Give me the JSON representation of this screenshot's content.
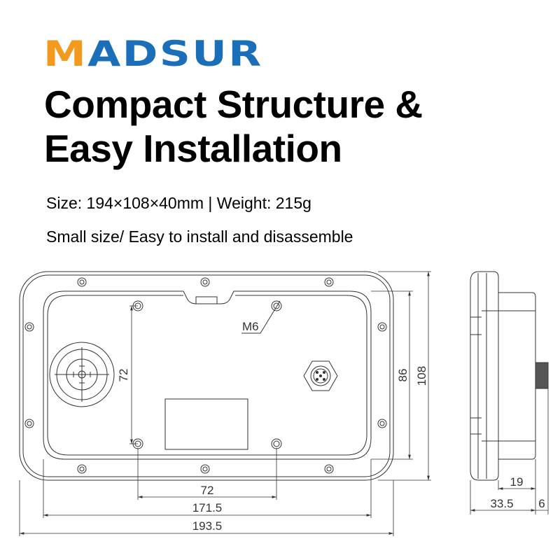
{
  "logo": {
    "text": "MADSUR",
    "colors": {
      "blue": "#1a6fb8",
      "orange": "#f39a1e"
    }
  },
  "headline": {
    "line1": "Compact Structure &",
    "line2": "Easy Installation"
  },
  "specs": {
    "size_weight": "Size: 194×108×40mm | Weight: 215g",
    "feature": "Small size/ Easy to install and disassemble"
  },
  "drawing": {
    "thread_label": "M6",
    "dim_hole_vertical": "72",
    "dim_hole_horizontal": "72",
    "dim_inner_width": "171.5",
    "dim_outer_width": "193.5",
    "dim_inner_height": "86",
    "dim_outer_height": "108",
    "dim_body_depth": "19",
    "dim_total_depth": "33.5",
    "dim_connector": "6"
  }
}
